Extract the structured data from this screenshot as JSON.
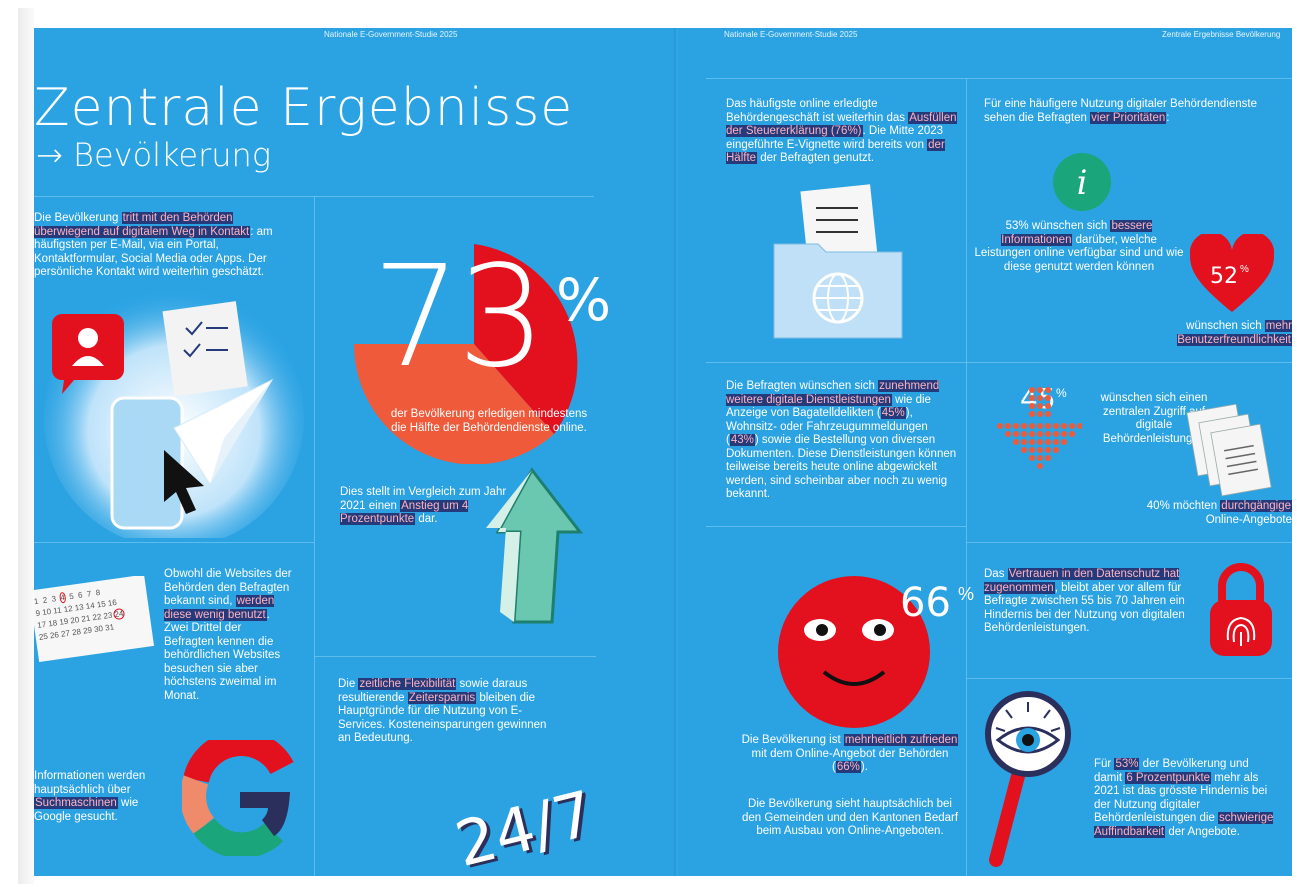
{
  "running_heads": {
    "left": "Nationale E-Government-Studie 2025",
    "right_center": "Nationale E-Government-Studie 2025",
    "right": "Zentrale Ergebnisse Bevölkerung"
  },
  "title": {
    "main": "Zentrale Ergebnisse",
    "sub": "→ Bevölkerung"
  },
  "blocks": {
    "intro": {
      "a": "Die Bevölkerung ",
      "b": "tritt mit den Behörden überwiegend auf digitalem Weg in Kontakt",
      "c": ": am häufigsten per E-Mail, via ein Portal, Kontaktformular, Social Media oder Apps. Der persönliche Kontakt wird weiterhin geschätzt."
    },
    "stat73": {
      "number": "73",
      "percent": "%",
      "caption": "der Bevölkerung erledigen mindestens die Hälfte der Behördendienste online."
    },
    "increase": {
      "a": "Dies stellt im Vergleich zum Jahr 2021 einen ",
      "b": "Anstieg um 4 Prozentpunkte",
      "c": " dar."
    },
    "websites": {
      "a": "Obwohl die Websites der Behörden den Befragten bekannt sind, ",
      "b": "werden diese wenig benutzt",
      "c": ". Zwei Drittel der Befragten kennen die behördlichen Websites besuchen sie aber höchstens zweimal im Monat",
      "d": "."
    },
    "search": {
      "a": "Informationen werden hauptsächlich über ",
      "b": "Suchmaschinen",
      "c": " wie Google gesucht."
    },
    "flex": {
      "a": "Die ",
      "b": "zeitliche Flexibilität",
      "c": " sowie daraus resultierende ",
      "d": "Zeitersparnis",
      "e": " bleiben die Hauptgründe für die Nutzung von E-Services. Kosteneinsparungen gewinnen an Bedeutung."
    },
    "t247": "24/7",
    "tax": {
      "a": "Das häufigste online erledigte Behördengeschäft ist weiterhin das ",
      "b": "Ausfüllen der Steuererklärung (76%)",
      "c": ". Die Mitte 2023 eingeführte E-Vignette wird bereits von ",
      "d": "der Hälfte",
      "e": " der Befragten genutzt."
    },
    "services": {
      "a": "Die Befragten wünschen sich ",
      "b": "zunehmend weitere digitale Dienstleistungen",
      "c": " wie die Anzeige von Bagatelldelikten (",
      "d": "45%",
      "e": "), Wohnsitz- oder Fahrzeugummeldungen (",
      "f": "43%",
      "g": ") sowie die Bestellung von diversen Dokumenten. Diese Dienstleistungen können teilweise bereits heute online abgewickelt werden, sind scheinbar aber noch zu wenig bekannt."
    },
    "stat66": {
      "number": "66",
      "percent": "%",
      "a": "Die Bevölkerung ist ",
      "b": "mehrheitlich zufrieden",
      "c": " mit dem Online-Angebot der Behörden (",
      "d": "66%",
      "e": ").",
      "p2": "Die Bevölkerung sieht hauptsächlich bei den Gemeinden und den Kantonen Bedarf beim Ausbau von Online-Angeboten."
    },
    "priorities": {
      "a": "Für eine häufigere Nutzung digitaler Behördendienste sehen die Befragten ",
      "b": "vier Prioritäten",
      "c": ":"
    },
    "p53": {
      "a": "53% wünschen sich ",
      "b": "bessere Informationen",
      "c": " darüber, welche Leistungen online verfügbar sind und wie diese genutzt werden können"
    },
    "p52": {
      "number": "52",
      "percent": "%",
      "a": "wünschen sich ",
      "b": "mehr Benutzerfreundlichkeit"
    },
    "p45": {
      "number": "45",
      "percent": "%",
      "text": "wünschen sich einen zentralen Zugriff auf digitale Behördenleistungen"
    },
    "p40": {
      "a": "40% möchten ",
      "b": "durchgängige",
      "c": " Online-Angebote"
    },
    "privacy": {
      "a": "Das ",
      "b": "Vertrauen in den Datenschutz hat zugenommen",
      "c": ", bleibt aber vor allem für Befragte zwischen 55 bis 70 Jahren ein Hindernis bei der Nutzung von digitalen Behördenleistungen."
    },
    "findability": {
      "a": "Für ",
      "b": "53%",
      "c": " der Bevölkerung und damit ",
      "d": "6 Prozentpunkte",
      "e": " mehr als 2021 ist das grösste Hindernis bei der Nutzung digitaler Behördenleistungen die ",
      "f": "schwierige Auffindbarkeit",
      "g": " der Angebote."
    }
  },
  "calendar": {
    "rows": [
      [
        "1",
        "2",
        "3",
        "4",
        "5",
        "6",
        "7",
        "8"
      ],
      [
        "9",
        "10",
        "11",
        "12",
        "13",
        "14",
        "15",
        "16"
      ],
      [
        "17",
        "18",
        "19",
        "20",
        "21",
        "22",
        "23",
        "24"
      ],
      [
        "25",
        "26",
        "27",
        "28",
        "29",
        "30",
        "31",
        ""
      ]
    ]
  },
  "icons": [
    "user-icon",
    "checklist-icon",
    "paper-plane-icon",
    "cursor-icon",
    "phone-icon",
    "arrow-up-icon",
    "calendar-icon",
    "google-logo-icon",
    "folder-globe-icon",
    "smiley-icon",
    "info-icon",
    "heart-icon",
    "dot-arrow-icon",
    "documents-icon",
    "padlock-fingerprint-icon",
    "magnifier-eye-icon"
  ],
  "colors": {
    "background": "#2ba3e3",
    "red": "#e3101e",
    "orange": "#ef5a3a",
    "navy": "#253a7a",
    "highlight_text": "#ffb3c1"
  }
}
